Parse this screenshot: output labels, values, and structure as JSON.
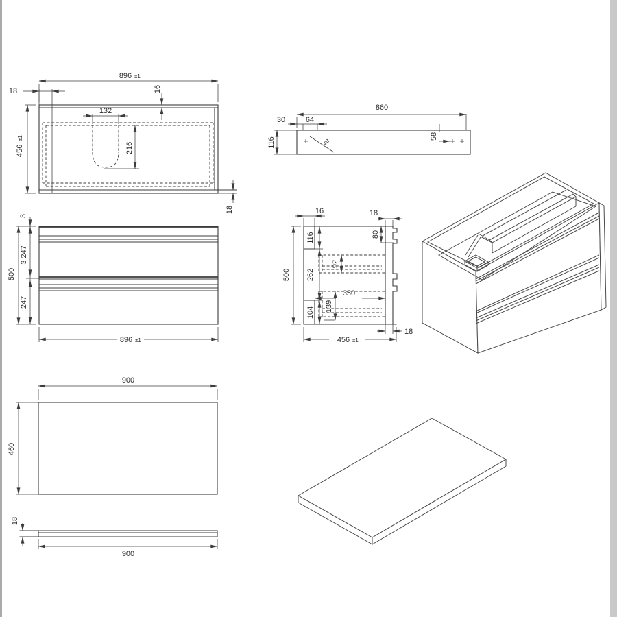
{
  "drawing": {
    "top_view": {
      "width": "896",
      "width_tol": "±1",
      "side_thickness": "18",
      "top_edge_thickness": "16",
      "cutout_width": "132",
      "cutout_depth": "216",
      "depth": "456",
      "depth_tol": "±1",
      "back_overhang": "18"
    },
    "rail_view": {
      "length": "860",
      "end_offset": "30",
      "bracket_width": "64",
      "height": "116",
      "hole_note": "φ8",
      "hole_offset": "58"
    },
    "front_view": {
      "top_gap": "3",
      "height": "500",
      "upper_section": "3 247",
      "lower_section": "247",
      "width": "896",
      "width_tol": "±1"
    },
    "section_view": {
      "front_thickness": "16",
      "back_thickness": "18",
      "hanger_height": "80",
      "top_segment": "116",
      "middle_segment": "262",
      "bottom_segment": "104",
      "upper_drawer_inner": "92",
      "lower_drawer_inner": "139",
      "drawer_length": "350",
      "height": "500",
      "depth": "456",
      "depth_tol": "±1",
      "back_panel": "18"
    },
    "panel_plan_view": {
      "width": "900",
      "depth": "460"
    },
    "panel_edge_view": {
      "thickness": "18",
      "width": "900"
    }
  }
}
